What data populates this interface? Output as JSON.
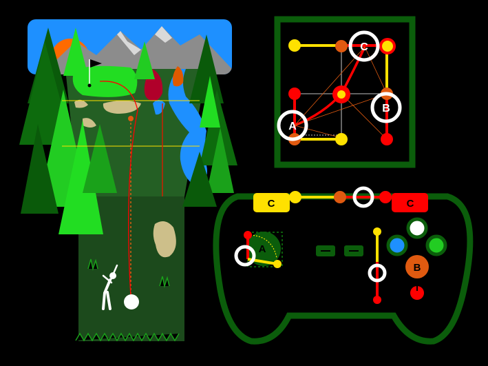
{
  "colors": {
    "background": "#000000",
    "sky": "#1e90ff",
    "sun": "#ff6a00",
    "mountain": "#8c8c8c",
    "snow": "#d9d9d9",
    "green_light": "#22dd22",
    "green_dark": "#0a5a0a",
    "fairway": "#245f24",
    "sand": "#cdbf8a",
    "water": "#1e90ff",
    "tree_red": "#b0002a",
    "tree_orange": "#e05a00",
    "frame_green": "#0b5d0b",
    "yellow": "#ffe100",
    "red": "#ff0000",
    "orange": "#e05a10",
    "white": "#ffffff",
    "blue_button": "#1e90ff",
    "green_button": "#22cc22"
  },
  "graph": {
    "labels": {
      "a": "A",
      "b": "B",
      "c": "C"
    }
  },
  "controller": {
    "left_bumper_label": "C",
    "right_bumper_label": "C",
    "stick_label": "A",
    "face_button_b_label": "B",
    "select_icon": "minus-icon",
    "start_icon": "minus-icon",
    "power_icon": "power-icon"
  },
  "scene": {
    "flag_icon": "flag-icon",
    "golfer_icon": "golfer-icon",
    "ball_icon": "golf-ball-icon"
  }
}
